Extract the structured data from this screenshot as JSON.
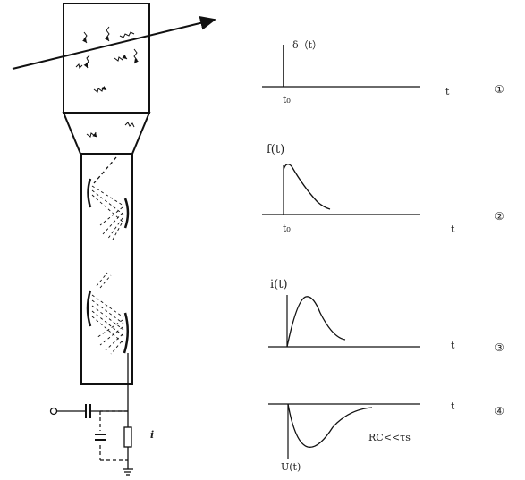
{
  "detector": {
    "current_label": "i"
  },
  "panels": [
    {
      "number": "①",
      "signal_label": "δ（t）",
      "time_label": "t",
      "t0_label": "t₀"
    },
    {
      "number": "②",
      "signal_label": "f(t)",
      "time_label": "t",
      "t0_label": "t₀"
    },
    {
      "number": "③",
      "signal_label": "i(t)",
      "time_label": "t"
    },
    {
      "number": "④",
      "signal_label": "U(t)",
      "time_label": "t",
      "condition_label": "RC<<τs"
    }
  ]
}
